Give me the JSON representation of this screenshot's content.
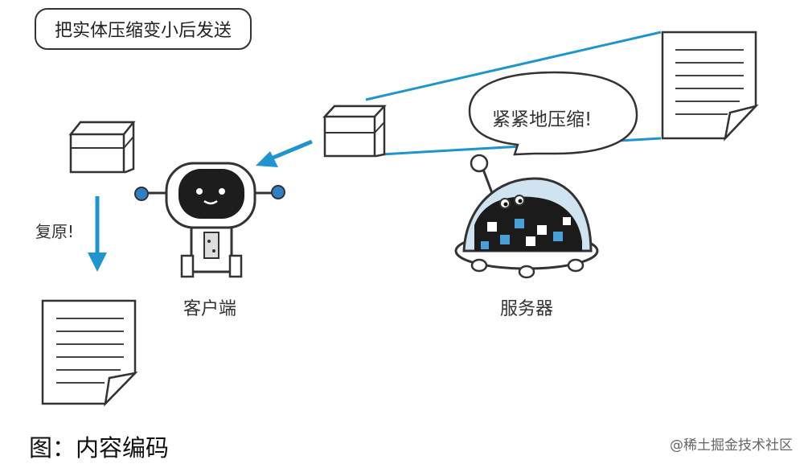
{
  "diagram": {
    "title": "把实体压缩变小后发送",
    "speech": "紧紧地压缩!",
    "restore_label": "复原!",
    "client_label": "客户端",
    "server_label": "服务器"
  },
  "caption": "图：内容编码",
  "watermark": "@稀土掘金技术社区",
  "colors": {
    "arrow": "#1f95d0",
    "outline": "#333333",
    "accent_blue": "#2f7fc4",
    "cube_blue": "#4a9fd8"
  }
}
